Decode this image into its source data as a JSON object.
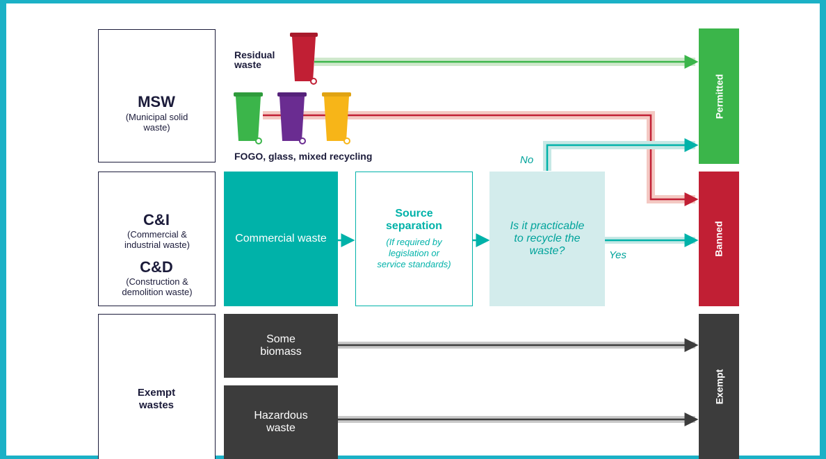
{
  "colors": {
    "frame": "#1bb1c6",
    "teal": "#00b2a9",
    "green": "#3bb54a",
    "red": "#c11f34",
    "dark": "#3c3c3c",
    "navy": "#1b1b3a",
    "purple": "#6a2c91",
    "yellow": "#f7b518",
    "paleTeal": "#d3ecec"
  },
  "categories": {
    "msw": {
      "title": "MSW",
      "subtitle": "(Municipal solid waste)",
      "icons": [
        "recycle-icon",
        "rubbish-bag-icon"
      ]
    },
    "ci": {
      "title": "C&I",
      "subtitle": "(Commercial & industrial waste)"
    },
    "cd": {
      "title": "C&D",
      "subtitle": "(Construction & demolition waste)",
      "icons": [
        "excavator-icon",
        "factory-icon"
      ]
    },
    "exempt": {
      "title": "Exempt wastes",
      "icons": [
        "drum-icon",
        "tree-icon"
      ]
    }
  },
  "bins": {
    "residual_label": "Residual waste",
    "recycling_label": "FOGO, glass, mixed recycling",
    "bin_colors": [
      "red",
      "green",
      "purple",
      "yellow"
    ]
  },
  "flow": {
    "commercial": "Commercial waste",
    "source_title": "Source separation",
    "source_note": "(If required by legislation or service standards)",
    "question": "Is it practicable to recycle the waste?",
    "no": "No",
    "yes": "Yes",
    "biomass": "Some biomass",
    "hazardous": "Hazardous waste"
  },
  "outcomes": {
    "permitted": "Permitted",
    "banned": "Banned",
    "exempt": "Exempt"
  }
}
